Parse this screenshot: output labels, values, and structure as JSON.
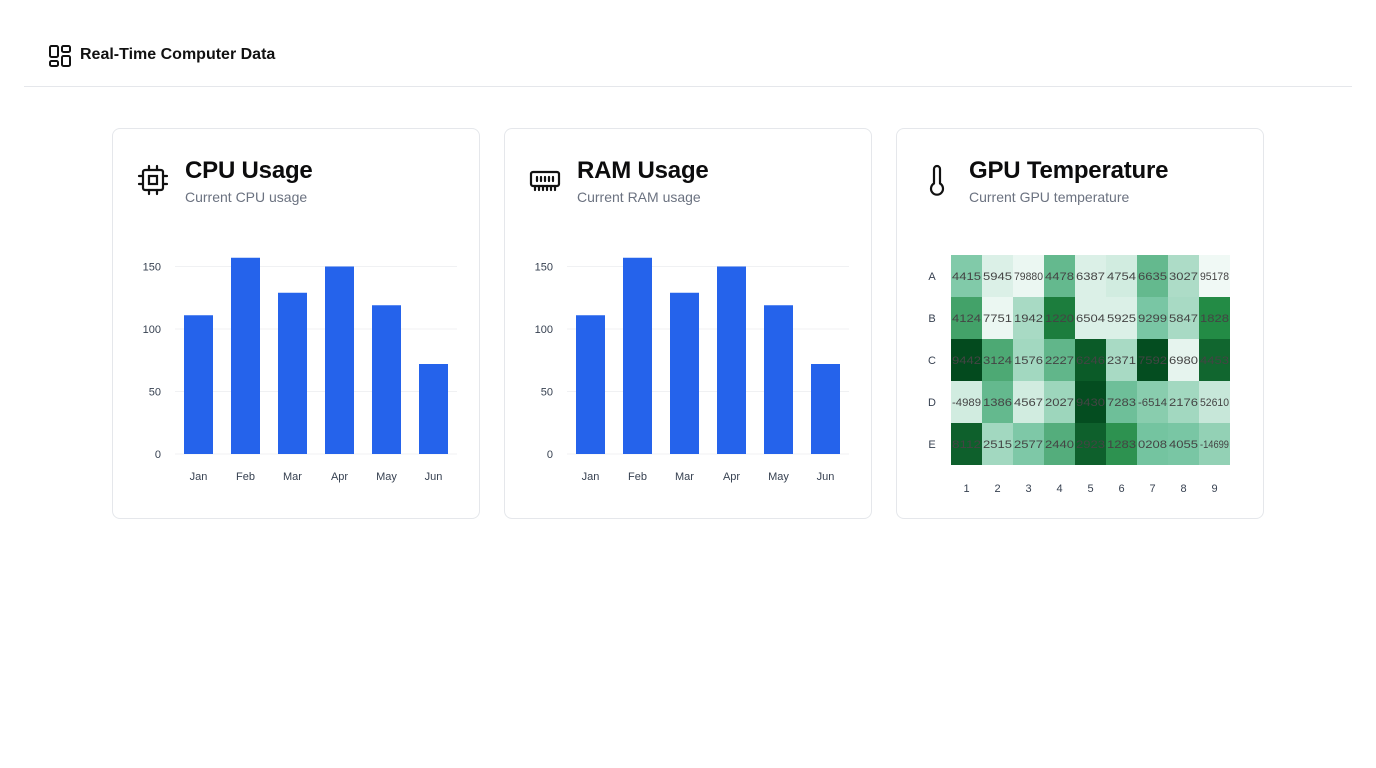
{
  "header": {
    "title": "Real-Time Computer Data",
    "icon": "dashboard-icon"
  },
  "cards": [
    {
      "title": "CPU Usage",
      "subtitle": "Current CPU usage",
      "icon": "cpu-icon"
    },
    {
      "title": "RAM Usage",
      "subtitle": "Current RAM usage",
      "icon": "memory-icon"
    },
    {
      "title": "GPU Temperature",
      "subtitle": "Current GPU temperature",
      "icon": "thermometer-icon"
    }
  ],
  "colors": {
    "bar": "#2563eb",
    "heat_low": "#f5fbf9",
    "heat_high": "#00441b"
  },
  "chart_data": [
    {
      "type": "bar",
      "categories": [
        "Jan",
        "Feb",
        "Mar",
        "Apr",
        "May",
        "Jun"
      ],
      "values": [
        111,
        157,
        129,
        150,
        119,
        72
      ],
      "ylim": [
        0,
        160
      ],
      "yticks": [
        0,
        50,
        100,
        150
      ],
      "grid": true
    },
    {
      "type": "bar",
      "categories": [
        "Jan",
        "Feb",
        "Mar",
        "Apr",
        "May",
        "Jun"
      ],
      "values": [
        111,
        157,
        129,
        150,
        119,
        72
      ],
      "ylim": [
        0,
        160
      ],
      "yticks": [
        0,
        50,
        100,
        150
      ],
      "grid": true
    },
    {
      "type": "heatmap",
      "rows": [
        "A",
        "B",
        "C",
        "D",
        "E"
      ],
      "columns": [
        "1",
        "2",
        "3",
        "4",
        "5",
        "6",
        "7",
        "8",
        "9"
      ],
      "intensity": [
        [
          0.45,
          0.1,
          0.04,
          0.55,
          0.1,
          0.14,
          0.55,
          0.28,
          0.02
        ],
        [
          0.65,
          0.04,
          0.3,
          0.8,
          0.1,
          0.1,
          0.48,
          0.3,
          0.75
        ],
        [
          0.98,
          0.62,
          0.32,
          0.56,
          0.92,
          0.3,
          0.97,
          0.06,
          0.88
        ],
        [
          0.14,
          0.55,
          0.14,
          0.34,
          0.97,
          0.52,
          0.42,
          0.32,
          0.18
        ],
        [
          0.9,
          0.32,
          0.46,
          0.6,
          0.9,
          0.72,
          0.5,
          0.48,
          0.38
        ]
      ],
      "labels": [
        [
          "4415",
          "5945",
          "79880",
          "4478",
          "6387",
          "4754",
          "6635",
          "3027",
          "95178"
        ],
        [
          "4124",
          "7751",
          "1942",
          "1220",
          "6504",
          "5925",
          "9299",
          "5847",
          "1828"
        ],
        [
          "9442",
          "3124",
          "1576",
          "2227",
          "6246",
          "2371",
          "7592",
          "6980",
          "4453"
        ],
        [
          "-4989",
          "1386",
          "4567",
          "2027",
          "9430",
          "7283",
          "-6514",
          "2176",
          "52610"
        ],
        [
          "8112",
          "2515",
          "2577",
          "2440",
          "2923",
          "1283",
          "0208",
          "4055",
          "-14699"
        ]
      ]
    }
  ]
}
